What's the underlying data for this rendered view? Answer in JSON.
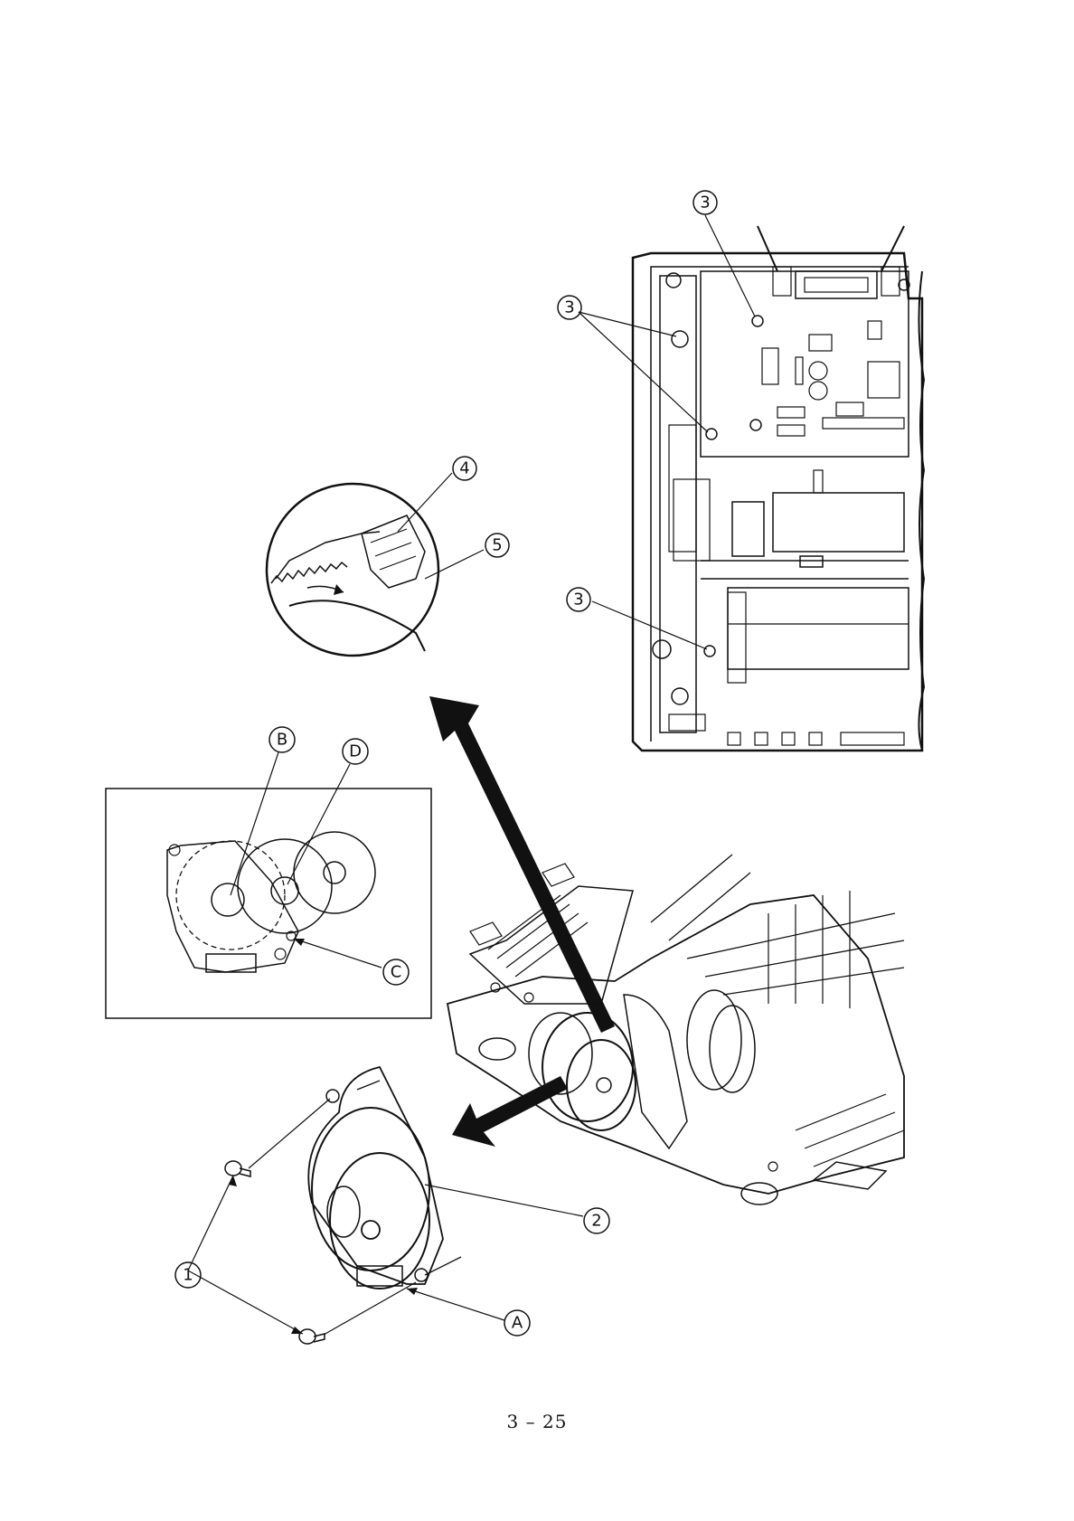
{
  "callouts": {
    "c1": "1",
    "c2": "2",
    "c3a": "3",
    "c3b": "3",
    "c3c": "3",
    "c4": "4",
    "c5": "5",
    "cA": "A",
    "cB": "B",
    "cC": "C",
    "cD": "D"
  },
  "page_number": "3 – 25",
  "colors": {
    "ink": "#111111",
    "paper": "#ffffff"
  }
}
